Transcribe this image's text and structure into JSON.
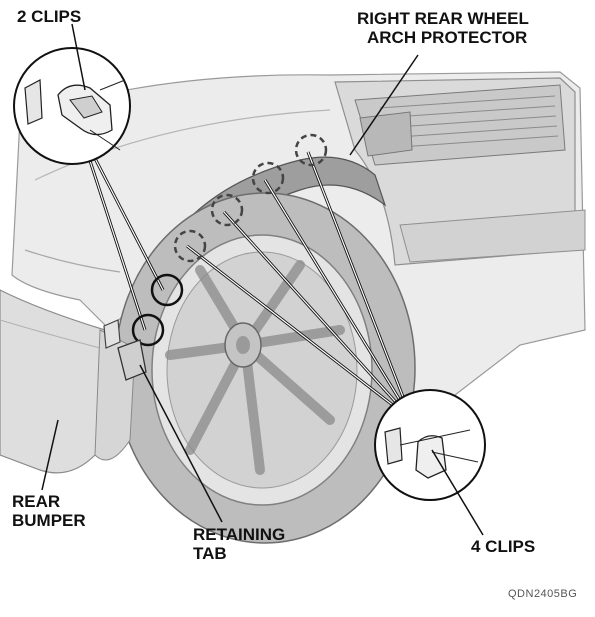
{
  "labels": {
    "two_clips": "2 CLIPS",
    "arch_protector_line1": "RIGHT REAR WHEEL",
    "arch_protector_line2": "ARCH PROTECTOR",
    "rear_bumper_line1": "REAR",
    "rear_bumper_line2": "BUMPER",
    "retaining_tab_line1": "RETAINING",
    "retaining_tab_line2": "TAB",
    "four_clips": "4 CLIPS"
  },
  "figure_code": "QDN2405BG",
  "colors": {
    "body_light": "#ececec",
    "body_mid": "#cfcfcf",
    "body_dark": "#8f8f8f",
    "tire": "#bdbdbd",
    "leader": "#111111"
  }
}
